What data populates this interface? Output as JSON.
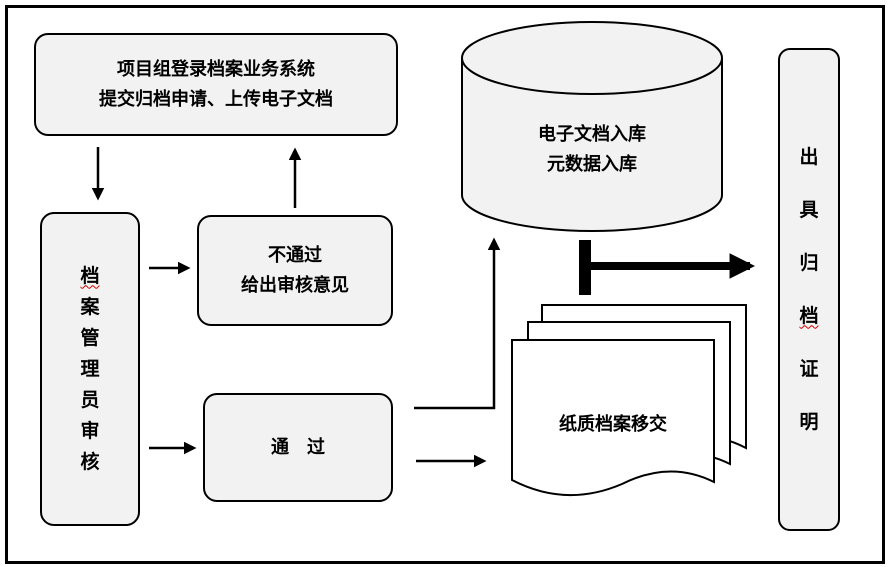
{
  "submit_box": {
    "line1": "项目组登录档案业务系统",
    "line2": "提交归档申请、上传电子文档"
  },
  "review_box": {
    "chars": [
      "档",
      "案",
      "管",
      "理",
      "员",
      "审",
      "核"
    ]
  },
  "reject_box": {
    "line1": "不通过",
    "line2": "给出审核意见"
  },
  "pass_box": {
    "label": "通　过"
  },
  "database": {
    "line1": "电子文档入库",
    "line2": "元数据入库"
  },
  "paper_docs": {
    "label": "纸质档案移交"
  },
  "certificate_box": {
    "chars": [
      "出",
      "具",
      "归",
      "档",
      "证",
      "明"
    ]
  }
}
